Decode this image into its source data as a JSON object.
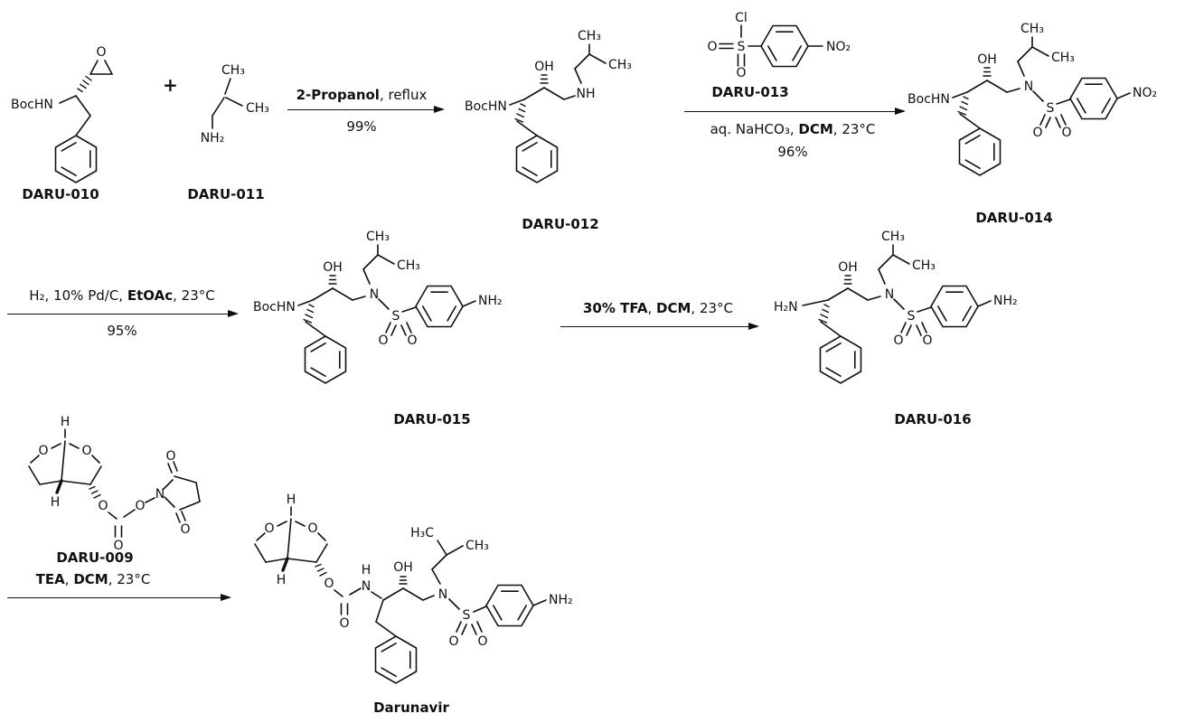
{
  "page": {
    "background": "#ffffff",
    "ink": "#111111"
  },
  "operators": {
    "plus": "+"
  },
  "compounds": {
    "daru010": {
      "label": "DARU-010",
      "atoms": {
        "bochn": "BocHN",
        "o_epoxide": "O"
      }
    },
    "daru011": {
      "label": "DARU-011",
      "atoms": {
        "ch3_top": "CH₃",
        "ch3_right": "CH₃",
        "nh2": "NH₂"
      }
    },
    "daru012": {
      "label": "DARU-012",
      "atoms": {
        "bochn": "BocHN",
        "oh": "OH",
        "nh": "NH",
        "ch3_top": "CH₃",
        "ch3_right": "CH₃"
      }
    },
    "daru013": {
      "label": "DARU-013",
      "atoms": {
        "cl": "Cl",
        "o_left": "O",
        "s": "S",
        "o_bottom": "O",
        "no2": "NO₂"
      }
    },
    "daru014": {
      "label": "DARU-014",
      "atoms": {
        "bochn": "BocHN",
        "oh": "OH",
        "n": "N",
        "ch3_top": "CH₃",
        "ch3_right": "CH₃",
        "s": "S",
        "o_left": "O",
        "o_right": "O",
        "no2": "NO₂"
      }
    },
    "daru015": {
      "label": "DARU-015",
      "atoms": {
        "bochn": "BocHN",
        "oh": "OH",
        "n": "N",
        "ch3_top": "CH₃",
        "ch3_right": "CH₃",
        "s": "S",
        "o_left": "O",
        "o_right": "O",
        "nh2": "NH₂"
      }
    },
    "daru016": {
      "label": "DARU-016",
      "atoms": {
        "h2n": "H₂N",
        "oh": "OH",
        "n": "N",
        "ch3_top": "CH₃",
        "ch3_right": "CH₃",
        "s": "S",
        "o_left": "O",
        "o_right": "O",
        "nh2": "NH₂"
      }
    },
    "daru009": {
      "label": "DARU-009",
      "atoms": {
        "h_acetal": "H",
        "o_ring_left": "O",
        "o_ring_right": "O",
        "h_fusion": "H",
        "o_ester": "O",
        "o_carbonyl": "O",
        "o_link": "O",
        "n": "N",
        "o_imide_top": "O",
        "o_imide_bottom": "O"
      }
    },
    "darunavir": {
      "label": "Darunavir",
      "atoms": {
        "h_acetal": "H",
        "o_ring_left": "O",
        "o_ring_right": "O",
        "h_fusion": "H",
        "o_ester": "O",
        "o_carbonyl": "O",
        "nh_h": "H",
        "nh_n": "N",
        "oh": "OH",
        "h3c": "H₃C",
        "ch3": "CH₃",
        "n": "N",
        "s": "S",
        "o_left": "O",
        "o_right": "O",
        "nh2": "NH₂"
      }
    }
  },
  "reactions": {
    "step1": {
      "reagent_bold": "2-Propanol",
      "reagent_rest": ", reflux",
      "yield": "99%"
    },
    "step2": {
      "pre": "aq. NaHCO₃, ",
      "bold": "DCM",
      "post": ", 23°C",
      "yield": "96%"
    },
    "step3": {
      "pre": "H₂, 10% Pd/C, ",
      "bold": "EtOAc",
      "post": ", 23°C",
      "yield": "95%"
    },
    "step4": {
      "bold1": "30% TFA",
      "sep": ", ",
      "bold2": "DCM",
      "post": ", 23°C"
    },
    "step5": {
      "bold1": "TEA",
      "sep": ", ",
      "bold2": "DCM",
      "post": ", 23°C"
    }
  }
}
